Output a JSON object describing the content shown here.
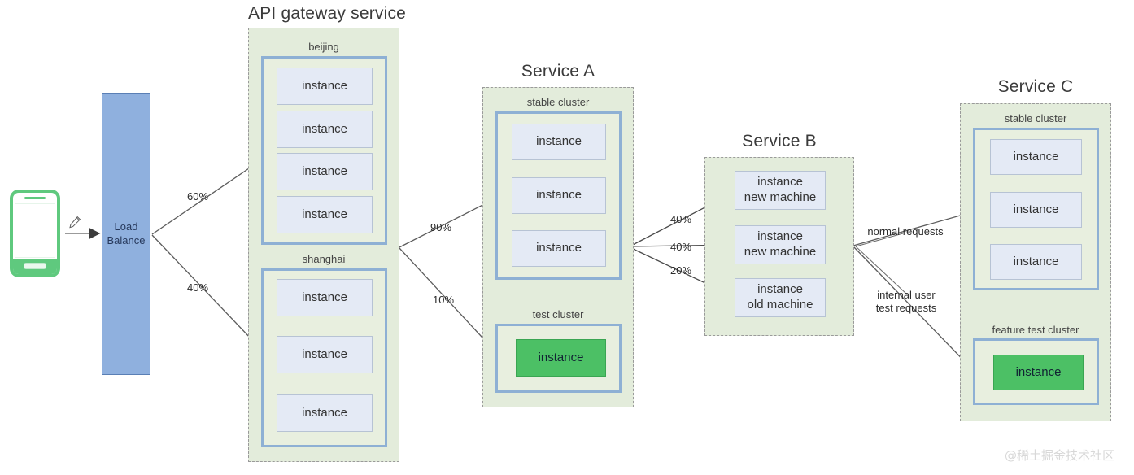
{
  "diagram": {
    "title_nodes": [
      {
        "id": "api-gateway",
        "label": "API gateway service"
      },
      {
        "id": "service-a",
        "label": "Service A"
      },
      {
        "id": "service-b",
        "label": "Service B"
      },
      {
        "id": "service-c",
        "label": "Service C"
      }
    ],
    "client": {
      "device": "phone",
      "icon": "mobile-phone-icon",
      "cursor_icon": "pencil-icon"
    },
    "load_balancer": {
      "line1": "Load",
      "line2": "Balance"
    },
    "api_gateway": {
      "title": "API gateway service",
      "clusters": [
        {
          "label": "beijing",
          "instances": [
            {
              "label": "instance"
            },
            {
              "label": "instance"
            },
            {
              "label": "instance"
            },
            {
              "label": "instance"
            }
          ]
        },
        {
          "label": "shanghai",
          "instances": [
            {
              "label": "instance"
            },
            {
              "label": "instance"
            },
            {
              "label": "instance"
            }
          ]
        }
      ]
    },
    "service_a": {
      "title": "Service A",
      "clusters": [
        {
          "label": "stable cluster",
          "highlight": false,
          "instances": [
            {
              "label": "instance"
            },
            {
              "label": "instance"
            },
            {
              "label": "instance"
            }
          ]
        },
        {
          "label": "test cluster",
          "highlight": true,
          "instances": [
            {
              "label": "instance"
            }
          ]
        }
      ]
    },
    "service_b": {
      "title": "Service B",
      "instances": [
        {
          "line1": "instance",
          "line2": "new machine"
        },
        {
          "line1": "instance",
          "line2": "new machine"
        },
        {
          "line1": "instance",
          "line2": "old machine"
        }
      ]
    },
    "service_c": {
      "title": "Service C",
      "clusters": [
        {
          "label": "stable cluster",
          "highlight": false,
          "instances": [
            {
              "label": "instance"
            },
            {
              "label": "instance"
            },
            {
              "label": "instance"
            }
          ]
        },
        {
          "label": "feature test cluster",
          "highlight": true,
          "instances": [
            {
              "label": "instance"
            }
          ]
        }
      ]
    },
    "edges": [
      {
        "id": "lb-to-beijing",
        "label": "60%"
      },
      {
        "id": "lb-to-shanghai",
        "label": "40%"
      },
      {
        "id": "gw-to-a-stable",
        "label": "90%"
      },
      {
        "id": "gw-to-a-test",
        "label": "10%"
      },
      {
        "id": "a-to-b-new1",
        "label": "40%"
      },
      {
        "id": "a-to-b-new2",
        "label": "40%"
      },
      {
        "id": "a-to-b-old",
        "label": "20%"
      },
      {
        "id": "b-to-c-stable",
        "label": "normal requests"
      },
      {
        "id": "b-to-c-test-l1",
        "label": "internal user"
      },
      {
        "id": "b-to-c-test-l2",
        "label": "test requests"
      }
    ],
    "watermark": "@稀土掘金技术社区",
    "colors": {
      "zone_fill": "#e3ecdb",
      "cluster_border": "#8eb0d4",
      "instance_fill": "#e4eaf5",
      "instance_border": "#b7c3d4",
      "highlight_green": "#4cc065",
      "lb_fill": "#8fb0de",
      "phone_green": "#5fc97e",
      "edge_stroke": "#4a4a4a"
    }
  }
}
